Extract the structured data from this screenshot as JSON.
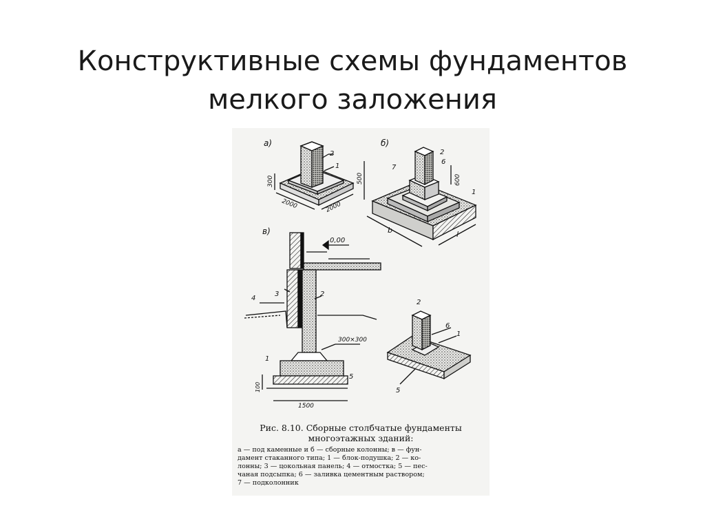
{
  "slide": {
    "title_line1": "Конструктивные схемы фундаментов",
    "title_line2": "мелкого заложения"
  },
  "figure": {
    "panel_labels": {
      "a": "а)",
      "b": "б)",
      "v": "в)"
    },
    "dimensions": {
      "a_height": "300",
      "a_width_left": "2000",
      "a_width_right": "2000",
      "b_height_left": "500",
      "b_height_right": "600",
      "b_length_b": "b",
      "b_length_l": "l",
      "v_level": "0,00",
      "v_section": "300×300",
      "v_base": "1500",
      "v_depth": "100"
    },
    "callouts": {
      "a_1": "1",
      "a_2": "2",
      "b_1": "1",
      "b_2": "2",
      "b_6": "6",
      "b_7": "7",
      "v_1": "1",
      "v_2": "2",
      "v_3": "3",
      "v_4": "4",
      "v_5": "5",
      "g_2": "2",
      "g_6": "6",
      "g_1": "1",
      "g_5": "5"
    },
    "caption": {
      "title_line1": "Рис. 8.10. Сборные столбчатые фундаменты",
      "title_line2": "многоэтажных зданий:",
      "legend_line1": "а — под каменные и б — сборные колонны; в — фун-",
      "legend_line2": "дамент стаканного типа; 1 — блок-подушка; 2 — ко-",
      "legend_line3": "лонны; 3 — цокольная панель; 4 — отмостка; 5 — пес-",
      "legend_line4": "чаная подсыпка; 6 — заливка цементным раствором;",
      "legend_line5": "7 — подколонник"
    }
  }
}
